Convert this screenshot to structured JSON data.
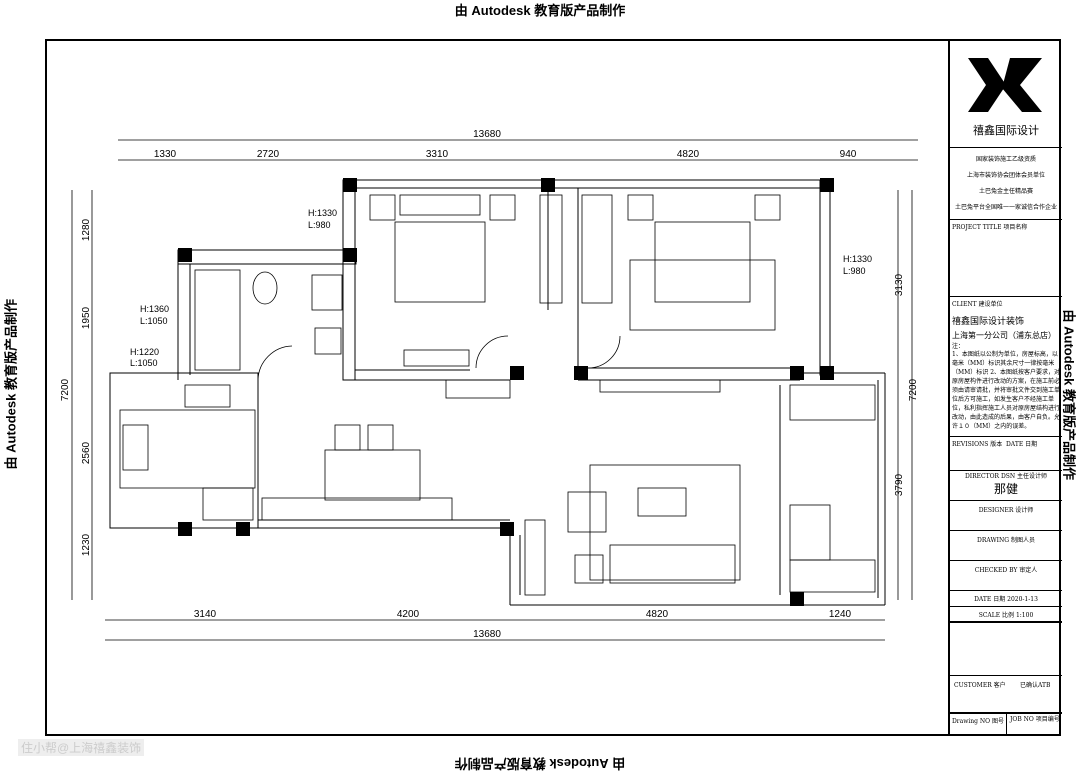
{
  "watermark_edu": "由 Autodesk 教育版产品制作",
  "watermark_site": "住小帮@上海禧鑫装饰",
  "dimensions": {
    "top_total": "13680",
    "top_segments": [
      "1330",
      "2720",
      "3310",
      "4820",
      "940"
    ],
    "bottom_total": "13680",
    "bottom_segments": [
      "3140",
      "4200",
      "4820",
      "1240"
    ],
    "left_total": "7200",
    "left_segments": [
      "1280",
      "1950",
      "2560",
      "1230"
    ],
    "right_total": "7200",
    "right_segments": [
      "3130",
      "3790"
    ]
  },
  "windows": [
    {
      "h": "H:1330",
      "l": "L:980"
    },
    {
      "h": "H:1360",
      "l": "L:1050"
    },
    {
      "h": "H:1220",
      "l": "L:1050"
    },
    {
      "h": "H:1330",
      "l": "L:980"
    }
  ],
  "title_block": {
    "company": "禧鑫国际设计",
    "honors": [
      "国家装饰施工乙级资质",
      "上海市装饰协会团体会员单位",
      "土巴兔金主任精品赛",
      "土巴兔平台全国唯一一家诚信合作企业"
    ],
    "project_title_label": "PROJECT TITLE 项目名称",
    "client_label": "CLIENT 建设单位",
    "client_name": "禧鑫国际设计装饰",
    "client_branch": "上海第一分公司（浦东总店）",
    "notes_label": "注：",
    "notes": "1、本图纸以公制为单位，房屋标高，以毫米（MM）标识其余尺寸一律按毫米（MM）标识 2、本图纸按客户要求，对原房屋构件进行改动的方案，在施工前必须由请审请批，并将审批文件交到施工单位后方可施工，如发生客户不经施工单位，私利指挥施工人员对原房屋结构进行改动，由此造成的后果，由客户自负。允许１０（MM）之内的误差。",
    "revisions_label": "REVISIONS 版本",
    "date_label": "DATE 日期",
    "director_label": "DIRECTOR DSN 主任设计师",
    "director_name": "那健",
    "designer_label": "DESIGNER   设计师",
    "drawing_label": "DRAWING   制图人员",
    "checked_label": "CHECKED BY   审定人",
    "date_row_label": "DATE   日期",
    "date_value": "2020-1-13",
    "scale_label": "SCALE   比例",
    "scale_value": "1:100",
    "customer_label": "CUSTOMER 客户",
    "customer_confirm": "已确认ATB",
    "drawing_no_label": "Drawing NO 图号",
    "job_no_label": "JOB NO 项目编号"
  }
}
